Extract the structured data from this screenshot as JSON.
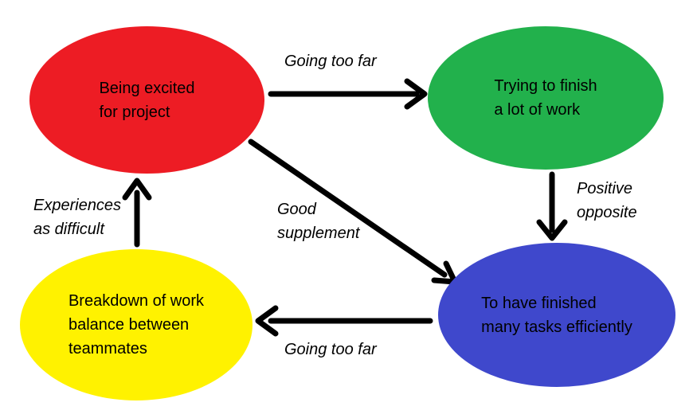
{
  "diagram": {
    "background_color": "#ffffff",
    "arrow_color": "#000000",
    "text_color": "#000000",
    "nodes": [
      {
        "id": "being-excited",
        "label": "Being excited\nfor project",
        "color": "#ed1c24",
        "shape": "ellipse"
      },
      {
        "id": "trying-to-finish",
        "label": "Trying to finish\na lot of work",
        "color": "#22b14c",
        "shape": "ellipse"
      },
      {
        "id": "finished-tasks",
        "label": "To have finished\nmany tasks efficiently",
        "color": "#3f48cc",
        "shape": "ellipse"
      },
      {
        "id": "breakdown",
        "label": "Breakdown of work\nbalance between\nteammates",
        "color": "#fff200",
        "shape": "ellipse"
      }
    ],
    "edges": [
      {
        "from": "being-excited",
        "to": "trying-to-finish",
        "label": "Going too far"
      },
      {
        "from": "trying-to-finish",
        "to": "finished-tasks",
        "label": "Positive\nopposite"
      },
      {
        "from": "being-excited",
        "to": "finished-tasks",
        "label": "Good\nsupplement"
      },
      {
        "from": "finished-tasks",
        "to": "breakdown",
        "label": "Going too far"
      },
      {
        "from": "breakdown",
        "to": "being-excited",
        "label": "Experiences\nas difficult"
      }
    ]
  }
}
